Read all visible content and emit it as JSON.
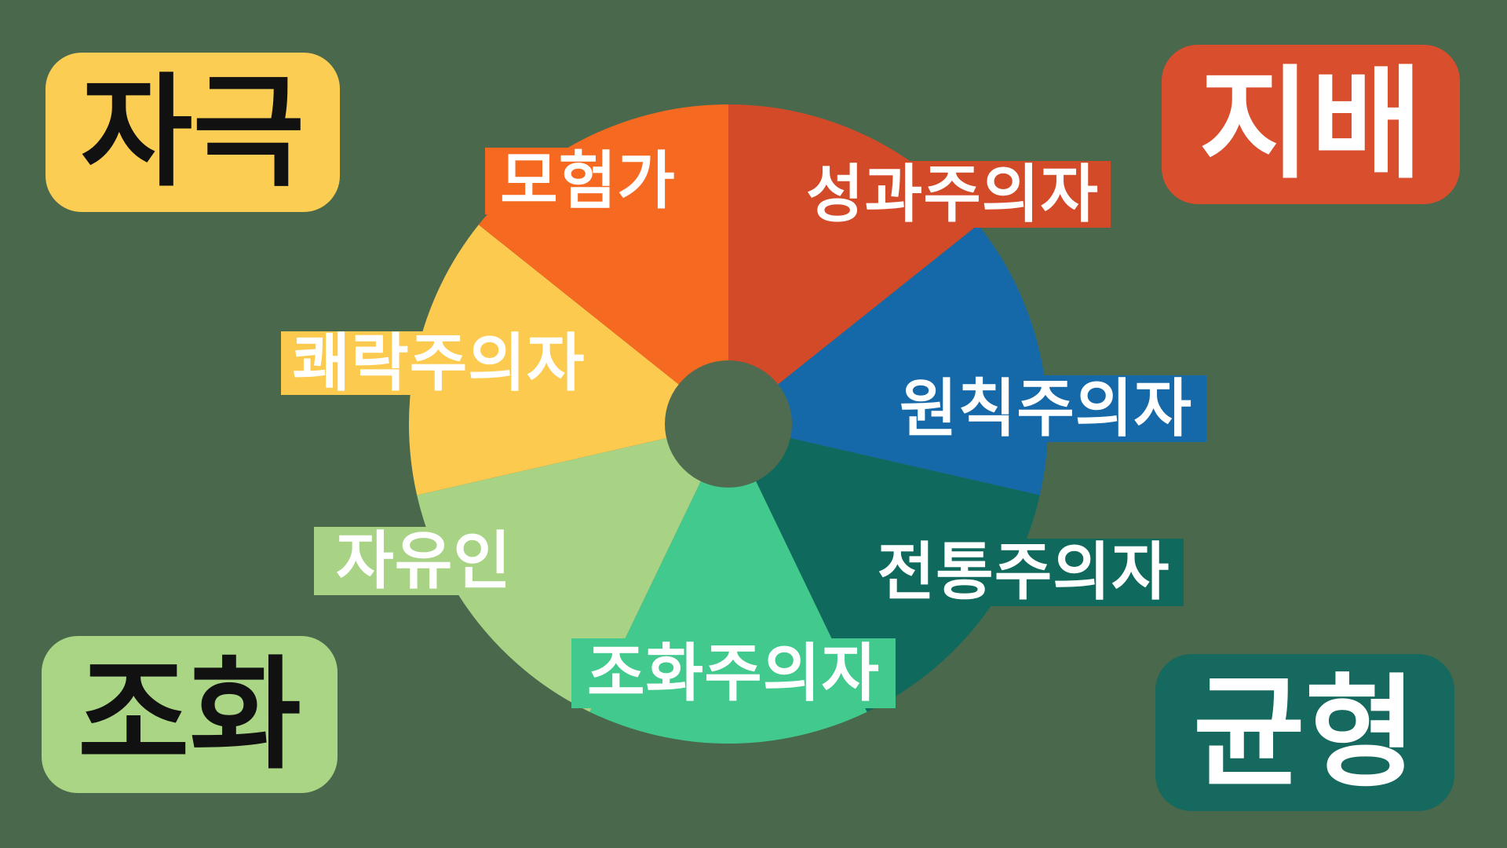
{
  "canvas": {
    "background": "#4A684C"
  },
  "chart_data": {
    "type": "pie",
    "title": "",
    "legend_position": "none",
    "donut": true,
    "hole_color": "#4F6C50",
    "start_angle_deg": 0,
    "direction": "clockwise",
    "segments": [
      {
        "label": "성과주의자",
        "value": 1,
        "color": "#D34A28"
      },
      {
        "label": "원칙주의자",
        "value": 1,
        "color": "#1569A8"
      },
      {
        "label": "전통주의자",
        "value": 1,
        "color": "#0F6A5D"
      },
      {
        "label": "조화주의자",
        "value": 1,
        "color": "#41C98E"
      },
      {
        "label": "자유인",
        "value": 1,
        "color": "#A8D284"
      },
      {
        "label": "쾌락주의자",
        "value": 1,
        "color": "#FCCA4E"
      },
      {
        "label": "모험가",
        "value": 1,
        "color": "#F56A20"
      }
    ]
  },
  "segment_labels": [
    {
      "text": "성과주의자",
      "bg": "#D34A28",
      "fg": "#FFFFFF"
    },
    {
      "text": "원칙주의자",
      "bg": "#1569A8",
      "fg": "#FFFFFF"
    },
    {
      "text": "전통주의자",
      "bg": "#0F6A5D",
      "fg": "#FFFFFF"
    },
    {
      "text": "조화주의자",
      "bg": "#41C98E",
      "fg": "#FFFFFF"
    },
    {
      "text": "자유인",
      "bg": "#A8D284",
      "fg": "#FFFFFF"
    },
    {
      "text": "쾌락주의자",
      "bg": "#FCCA4E",
      "fg": "#FFFFFF"
    },
    {
      "text": "모험가",
      "bg": "#F56A20",
      "fg": "#FFFFFF"
    }
  ],
  "badges": [
    {
      "text": "자극",
      "bg": "#FBCD52",
      "fg": "#111111",
      "position": "top-left"
    },
    {
      "text": "지배",
      "bg": "#D94E2D",
      "fg": "#FFFFFF",
      "position": "top-right"
    },
    {
      "text": "조화",
      "bg": "#A9D584",
      "fg": "#111111",
      "position": "bottom-left"
    },
    {
      "text": "균형",
      "bg": "#15695E",
      "fg": "#FFFFFF",
      "position": "bottom-right"
    }
  ]
}
